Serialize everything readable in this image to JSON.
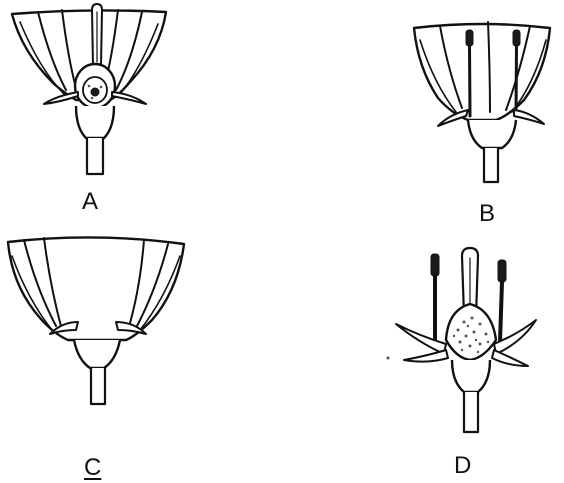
{
  "figure": {
    "panels": [
      {
        "id": "A",
        "label": "A",
        "underlined": false,
        "description_icon": "flower-with-pistil-icon"
      },
      {
        "id": "B",
        "label": "B",
        "underlined": false,
        "description_icon": "flower-with-stamens-icon"
      },
      {
        "id": "C",
        "label": "C",
        "underlined": true,
        "description_icon": "flower-petals-only-icon"
      },
      {
        "id": "D",
        "label": "D",
        "underlined": false,
        "description_icon": "flower-stamens-and-pistil-icon"
      }
    ],
    "colors": {
      "ink": "#111111",
      "background": "#ffffff"
    }
  }
}
